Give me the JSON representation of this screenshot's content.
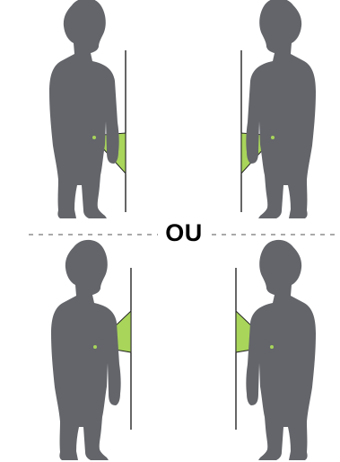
{
  "separator": {
    "label": "OU"
  },
  "panels": [
    {
      "id": "top-left",
      "wall_side": "right",
      "handle_position": "low"
    },
    {
      "id": "top-right",
      "wall_side": "left",
      "handle_position": "low"
    },
    {
      "id": "bottom-left",
      "wall_side": "right",
      "handle_position": "middle"
    },
    {
      "id": "bottom-right",
      "wall_side": "left",
      "handle_position": "middle"
    }
  ],
  "colors": {
    "figure": "#63656a",
    "triangle": "#a8d55a",
    "wall": "#000000",
    "separator": "#555555",
    "background": "#ffffff"
  }
}
